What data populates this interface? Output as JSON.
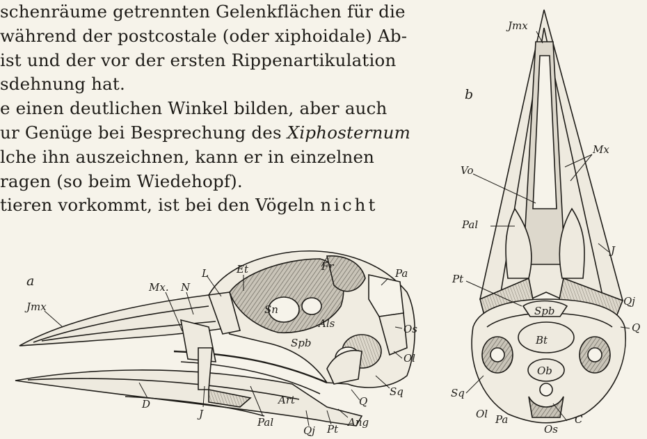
{
  "text": {
    "line1": "schenräume getrennten Gelenkflächen für die",
    "line2": "während der postcostale (oder xiphoidale) Ab-",
    "line3": "ist und der vor der ersten Rippenartikulation",
    "line4": "sdehnung hat.",
    "line5": "e einen deutlichen Winkel bilden, aber auch",
    "line6_pre": "ur Genüge bei Besprechung des ",
    "line6_ital": "Xiphosternum",
    "line7": "lche ihn auszeichnen, kann er in einzelnen",
    "line8": "ragen (so beim Wiedehopf).",
    "line9_pre": "tieren vorkommt, ist bei den Vögeln ",
    "line9_spaced": "nicht"
  },
  "figure_a": {
    "letter": "a",
    "labels": {
      "jmx": "Jmx",
      "mx": "Mx.",
      "n": "N",
      "l": "L",
      "et": "Et",
      "fr": "Fr",
      "pa": "Pa",
      "os": "Os",
      "ol": "Ol",
      "sq": "Sq",
      "q": "Q",
      "ang": "Ang",
      "pt": "Pt",
      "qj": "Qj",
      "pal": "Pal",
      "art": "Art",
      "j": "J",
      "d": "D",
      "sn": "Sn",
      "als": "Als",
      "spb": "Spb"
    }
  },
  "figure_b": {
    "letter": "b",
    "labels": {
      "jmx": "Jmx",
      "mx": "Mx",
      "vo": "Vo",
      "pal": "Pal",
      "j": "J",
      "pt": "Pt",
      "qj": "Qj",
      "spb": "Spb",
      "bt": "Bt",
      "q": "Q",
      "ob": "Ob",
      "sq": "Sq",
      "ol": "Ol",
      "pa": "Pa",
      "os": "Os",
      "c": "C"
    }
  }
}
